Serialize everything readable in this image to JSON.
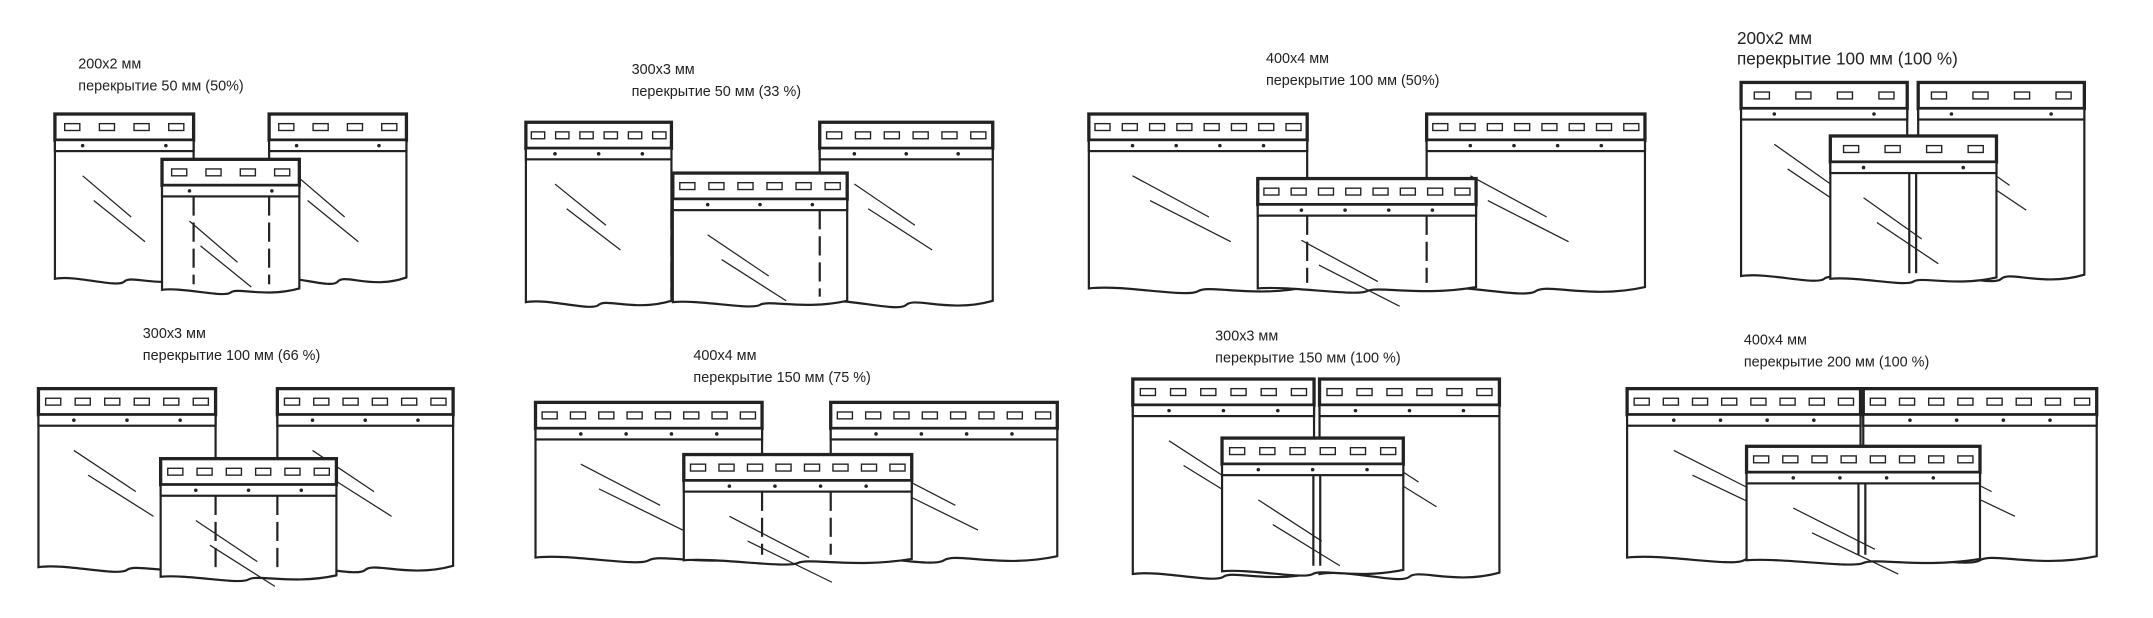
{
  "diagrams": [
    {
      "size": "200x2 мм",
      "overlap": "перекрытие 50 мм (50%)",
      "slots": 4,
      "dots": 2,
      "full_overlap": false
    },
    {
      "size": "300x3 мм",
      "overlap": "перекрытие 50 мм (33 %)",
      "slots": 6,
      "dots": 3,
      "full_overlap": false
    },
    {
      "size": "400x4 мм",
      "overlap": "перекрытие 100 мм (50%)",
      "slots": 8,
      "dots": 4,
      "full_overlap": false
    },
    {
      "size": "200x2 мм",
      "overlap": "перекрытие 100 мм (100 %)",
      "slots": 4,
      "dots": 2,
      "full_overlap": true
    },
    {
      "size": "300x3 мм",
      "overlap": "перекрытие 100 мм (66 %)",
      "slots": 6,
      "dots": 3,
      "full_overlap": false
    },
    {
      "size": "400x4 мм",
      "overlap": "перекрытие 150 мм (75 %)",
      "slots": 8,
      "dots": 4,
      "full_overlap": false
    },
    {
      "size": "300x3 мм",
      "overlap": "перекрытие 150 мм (100 %)",
      "slots": 6,
      "dots": 3,
      "full_overlap": true
    },
    {
      "size": "400x4 мм",
      "overlap": "перекрытие 200 мм (100 %)",
      "slots": 8,
      "dots": 4,
      "full_overlap": true
    }
  ]
}
